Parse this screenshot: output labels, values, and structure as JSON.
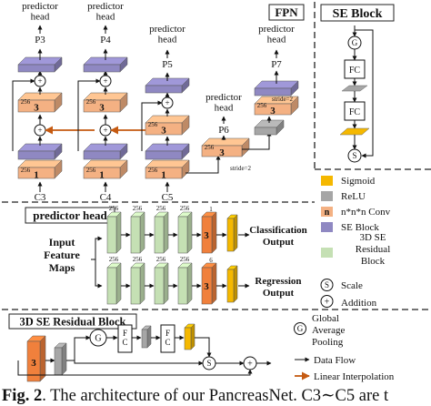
{
  "fpn": {
    "title": "FPN",
    "head_label": "predictor\nhead",
    "levels": {
      "p3": "P3",
      "p4": "P4",
      "p5": "P5",
      "p6": "P6",
      "p7": "P7",
      "c3": "C3",
      "c4": "C4",
      "c5": "C5"
    },
    "block_channels": "256",
    "kernel_one": "1",
    "kernel_three": "3",
    "stride_note": "stride=2"
  },
  "se_block": {
    "title": "SE Block",
    "global_pool": "G",
    "fc": "FC",
    "scale": "S"
  },
  "predictor_head": {
    "title": "predictor head",
    "input_label": "Input\nFeature\nMaps",
    "channels": "256",
    "kernel": "3",
    "cls_out_channels": "1",
    "reg_out_channels": "6",
    "classification_output": "Classification\nOutput",
    "regression_output": "Regression\nOutput"
  },
  "legend": {
    "items": [
      {
        "key": "sigmoid",
        "label": "Sigmoid",
        "color": "#f5b800"
      },
      {
        "key": "relu",
        "label": "ReLU",
        "color": "#a6a6a6"
      },
      {
        "key": "conv",
        "label": "n*n*n Conv",
        "symbol": "n",
        "color": "#f4b183"
      },
      {
        "key": "se",
        "label": "SE Block",
        "color": "#8f88c2"
      },
      {
        "key": "res",
        "label": "3D SE\nResidual\nBlock",
        "color": "#c5e0b4"
      },
      {
        "key": "scale",
        "label": "Scale",
        "symbol": "S"
      },
      {
        "key": "add",
        "label": "Addition",
        "symbol": "+"
      },
      {
        "key": "gap",
        "label": "Global\nAverage\nPooling",
        "symbol": "G"
      },
      {
        "key": "flow",
        "label": "Data Flow"
      },
      {
        "key": "interp",
        "label": "Linear Interpolation",
        "color": "#c55a11"
      }
    ]
  },
  "se_residual": {
    "title": "3D SE Residual Block",
    "kernel": "3",
    "fc": "F\nC",
    "global_pool": "G",
    "scale": "S"
  },
  "caption": {
    "prefix": "Fig. 2",
    "text": ". The architecture of our PancreasNet. C3∼C5 are t"
  }
}
